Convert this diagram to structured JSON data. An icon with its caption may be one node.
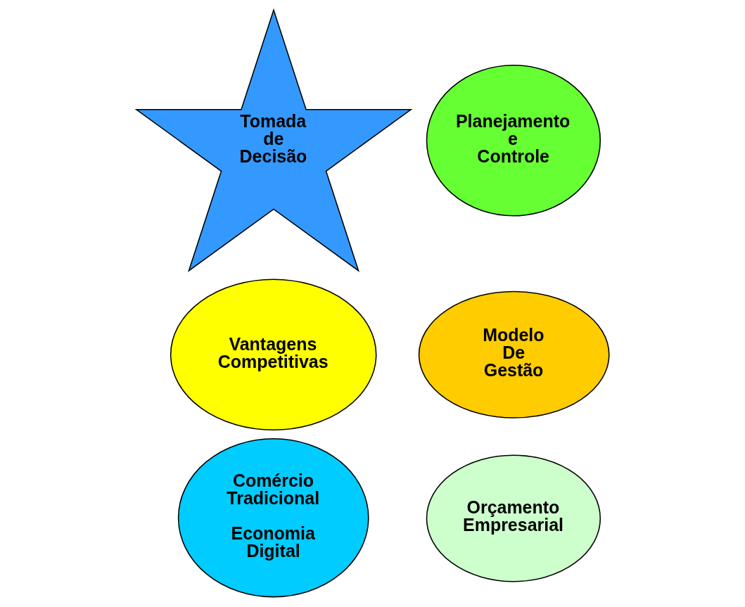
{
  "diagram": {
    "nodes": [
      {
        "text": [
          "Vantagens Competitivas"
        ]
      },
      {
        "text": [
          "Modelo De Gestão"
        ]
      },
      {
        "text": [
          "Orçamento Empresarial"
        ]
      },
      {
        "text": [
          "Comércio Tradicional",
          "Economia Digital"
        ]
      },
      {
        "text": [
          "Tomada de Decisão"
        ]
      },
      {
        "text": [
          "Planejamento e Controle"
        ]
      }
    ]
  }
}
